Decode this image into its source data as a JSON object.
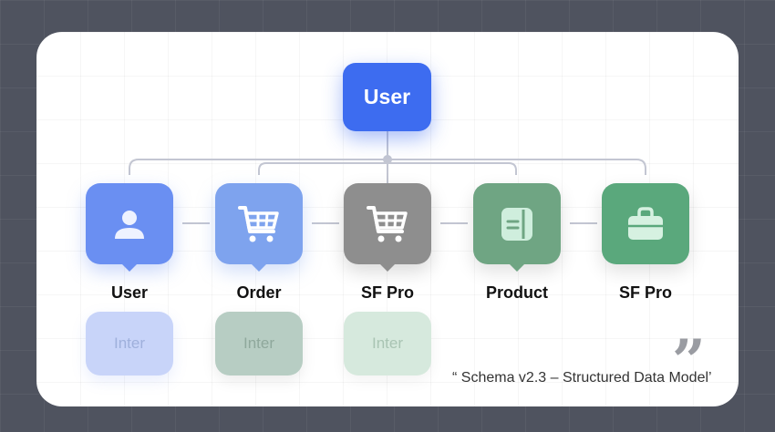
{
  "diagram": {
    "root": {
      "label": "User",
      "color": "#3d6cf0"
    },
    "nodes": [
      {
        "label": "User",
        "icon": "person-icon",
        "color": "#6a8ff2"
      },
      {
        "label": "Order",
        "icon": "shopping-cart-icon",
        "color": "#7ea3ee"
      },
      {
        "label": "SF Pro",
        "icon": "shopping-cart-icon",
        "color": "#8e8e8e"
      },
      {
        "label": "Product",
        "icon": "document-icon",
        "color": "#6fa583"
      },
      {
        "label": "SF Pro",
        "icon": "briefcase-icon",
        "color": "#5aa87c"
      }
    ],
    "ghost_nodes": [
      {
        "label": "Inter",
        "color": "#c8d4f9",
        "text_color": "#9fb0dc"
      },
      {
        "label": "Inter",
        "color": "#b7cdc3",
        "text_color": "#8fa89c"
      },
      {
        "label": "Inter",
        "color": "#d6e9dd",
        "text_color": "#a9c4b3"
      }
    ],
    "quote_mark": "”",
    "caption": "“ Schema v2.3 – Structured Data Model’"
  }
}
